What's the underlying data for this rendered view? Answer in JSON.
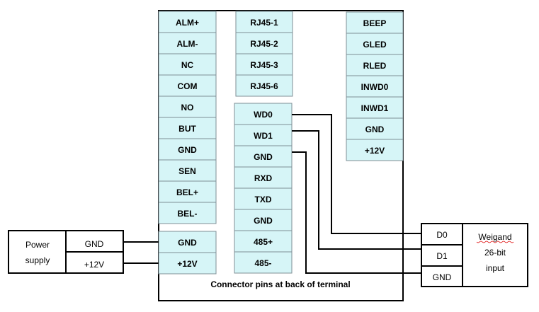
{
  "diagram": {
    "caption": "Connector pins at back of terminal",
    "left_column_pins": [
      "ALM+",
      "ALM-",
      "NC",
      "COM",
      "NO",
      "BUT",
      "GND",
      "SEN",
      "BEL+",
      "BEL-"
    ],
    "left_power_pins": [
      "GND",
      "+12V"
    ],
    "rj45_pins": [
      "RJ45-1",
      "RJ45-2",
      "RJ45-3",
      "RJ45-6"
    ],
    "middle_column_pins": [
      "WD0",
      "WD1",
      "GND",
      "RXD",
      "TXD",
      "GND",
      "485+",
      "485-"
    ],
    "right_column_pins": [
      "BEEP",
      "GLED",
      "RLED",
      "INWD0",
      "INWD1",
      "GND",
      "+12V"
    ],
    "power_supply": {
      "label_line1": "Power",
      "label_line2": "supply",
      "pins": [
        "GND",
        "+12V"
      ]
    },
    "weigand": {
      "label_line1": "Weigand",
      "label_line2": "26-bit",
      "label_line3": "input",
      "pins": [
        "D0",
        "D1",
        "GND"
      ]
    }
  }
}
